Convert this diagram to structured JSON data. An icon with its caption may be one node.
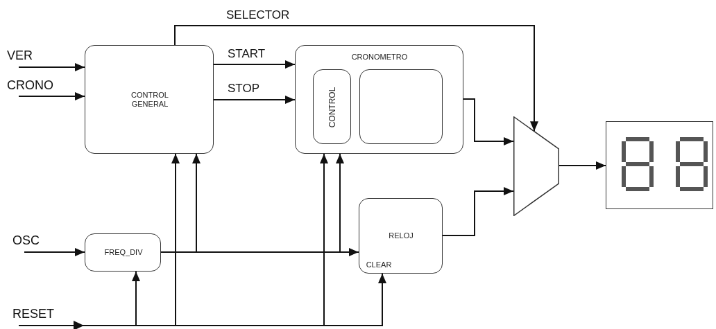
{
  "diagram": {
    "nodes": [
      {
        "text": [
          "VER"
        ]
      },
      {
        "text": [
          "CRONO"
        ]
      },
      {
        "text": [
          "OSC"
        ]
      },
      {
        "text": [
          "RESET"
        ]
      },
      {
        "text": [
          "CONTROL GENERAL"
        ]
      },
      {
        "text": [
          "CRONOMETRO"
        ]
      },
      {
        "text": [
          "CONTROL"
        ],
        "in": 5
      },
      {
        "text": [],
        "shape": "box",
        "in": 5
      },
      {
        "text": [
          "FREQ_DIV"
        ]
      },
      {
        "text": [
          "RELOJ",
          "CLEAR"
        ]
      },
      {
        "text": [],
        "shape": "trapezoid"
      },
      {
        "text": [],
        "shape": "picture"
      }
    ],
    "edges": [
      {
        "from": 0,
        "to": 4,
        "arrow": "to"
      },
      {
        "from": 1,
        "to": 4,
        "arrow": "to"
      },
      {
        "from": 4,
        "to": 5,
        "arrow": "to",
        "label": "START"
      },
      {
        "from": 4,
        "to": 5,
        "arrow": "to",
        "label": "STOP"
      },
      {
        "from": 4,
        "to": 10,
        "arrow": "to",
        "label": "SELECTOR"
      },
      {
        "from": 5,
        "to": 10,
        "arrow": "to"
      },
      {
        "from": 9,
        "to": 10,
        "arrow": "to"
      },
      {
        "from": 10,
        "to": 11,
        "arrow": "to"
      },
      {
        "from": 2,
        "to": 8,
        "arrow": "to"
      },
      {
        "from": 3,
        "to": 8,
        "arrow": "to"
      },
      {
        "from": 3,
        "to": 4,
        "arrow": "to"
      },
      {
        "from": 3,
        "to": 5,
        "arrow": "to"
      },
      {
        "from": 3,
        "to": 9,
        "arrow": "to"
      },
      {
        "from": 8,
        "to": 4,
        "arrow": "to"
      },
      {
        "from": 8,
        "to": 5,
        "arrow": "to"
      },
      {
        "from": 8,
        "to": 9,
        "arrow": "to"
      }
    ]
  }
}
